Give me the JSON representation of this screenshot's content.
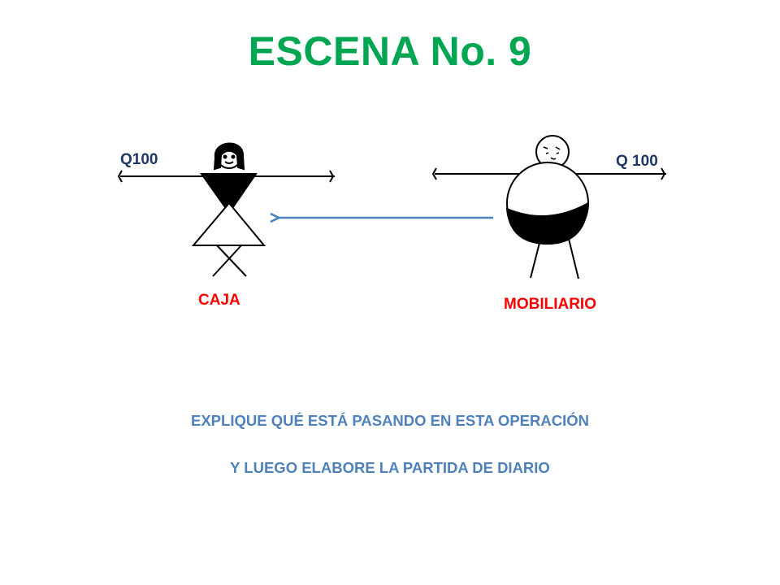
{
  "slide": {
    "title": "ESCENA No. 9",
    "left_figure": {
      "label": "CAJA",
      "amount": "Q100"
    },
    "right_figure": {
      "label": "MOBILIARIO",
      "amount": "Q 100"
    },
    "instructions": [
      "EXPLIQUE QUÉ ESTÁ PASANDO EN ESTA OPERACIÓN",
      "Y LUEGO ELABORE LA PARTIDA DE DIARIO"
    ]
  },
  "colors": {
    "title": "#00a651",
    "amount": "#1f3864",
    "label": "#ff0000",
    "instructions": "#4f81bd",
    "arrow": "#4f81bd",
    "ink": "#000000"
  },
  "icons": {
    "left_figure": "woman-stick-figure-icon",
    "right_figure": "man-stick-figure-icon",
    "transfer": "arrow-left-icon"
  }
}
